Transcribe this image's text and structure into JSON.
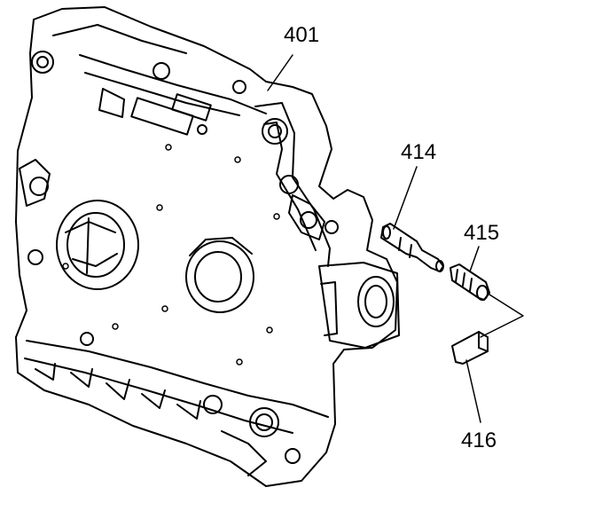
{
  "callouts": {
    "housing": "401",
    "spring_pin": "414",
    "solenoid_valve": "415",
    "retainer": "416"
  },
  "colors": {
    "ink": "#000000",
    "paper": "#ffffff"
  }
}
